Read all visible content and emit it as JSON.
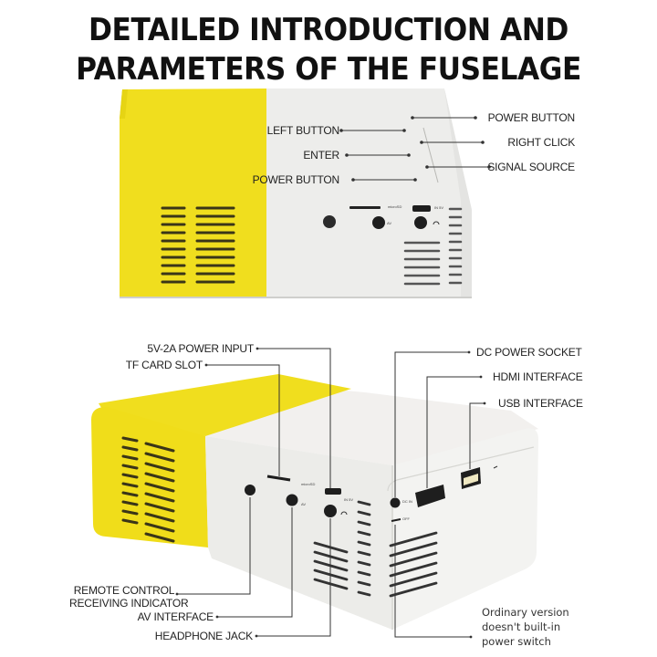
{
  "title": {
    "line1": "DETAILED INTRODUCTION AND",
    "line2": "PARAMETERS OF THE FUSELAGE"
  },
  "colors": {
    "yellow": "#f0de1e",
    "yellow_shade": "#e2cf10",
    "body_white": "#ededeb",
    "body_shadow": "#dededc",
    "vent": "#2a2a22",
    "leader_line": "#333333"
  },
  "top_view": {
    "labels_left": [
      {
        "id": "left-button",
        "text": "LEFT BUTTON"
      },
      {
        "id": "enter",
        "text": "ENTER"
      },
      {
        "id": "power-button-left",
        "text": "POWER BUTTON"
      }
    ],
    "labels_right": [
      {
        "id": "power-button-right",
        "text": "POWER BUTTON"
      },
      {
        "id": "right-click",
        "text": "RIGHT CLICK"
      },
      {
        "id": "signal-source",
        "text": "SIGNAL SOURCE"
      }
    ],
    "port_marks": {
      "microsd": "microSD",
      "av": "AV",
      "in5v": "IN 5V"
    }
  },
  "bottom_view": {
    "labels_left_top": [
      {
        "id": "power-input",
        "text": "5V-2A POWER INPUT"
      },
      {
        "id": "tf-card-slot",
        "text": "TF CARD SLOT"
      }
    ],
    "labels_left_bottom": [
      {
        "id": "remote-indicator",
        "line1": "REMOTE CONTROL",
        "line2": "RECEIVING INDICATOR"
      },
      {
        "id": "av-interface",
        "text": "AV INTERFACE"
      },
      {
        "id": "headphone-jack",
        "text": "HEADPHONE JACK"
      }
    ],
    "labels_right": [
      {
        "id": "dc-power-socket",
        "text": "DC POWER SOCKET"
      },
      {
        "id": "hdmi-interface",
        "text": "HDMI INTERFACE"
      },
      {
        "id": "usb-interface",
        "text": "USB INTERFACE"
      }
    ],
    "note": {
      "line1": "Ordinary version",
      "line2": "doesn't built-in",
      "line3": "power switch"
    },
    "port_marks": {
      "microsd": "microSD",
      "av": "AV",
      "in5v": "IN 5V",
      "dcin": "DC IN",
      "off": "OFF"
    }
  }
}
